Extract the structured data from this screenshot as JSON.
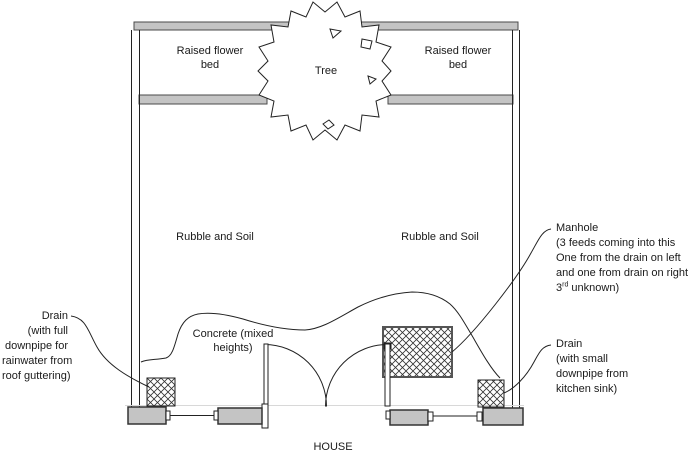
{
  "plan": {
    "flower_bed_left": {
      "line1": "Raised flower",
      "line2": "bed"
    },
    "flower_bed_right": {
      "line1": "Raised flower",
      "line2": "bed"
    },
    "tree_label": "Tree",
    "rubble_left": "Rubble and Soil",
    "rubble_right": "Rubble and Soil",
    "concrete": {
      "line1": "Concrete (mixed",
      "line2": "heights)"
    },
    "house_label": "HOUSE"
  },
  "annotations": {
    "drain_left": {
      "lines": [
        "Drain",
        "(with full",
        "downpipe for",
        "rainwater from",
        "roof guttering)"
      ]
    },
    "manhole": {
      "line1": "Manhole",
      "line2": "(3 feeds coming into this",
      "line3": "One from the drain on left",
      "line4": "and one from drain on right",
      "line5_base": "3",
      "line5_sup": "rd",
      "line5_rest": " unknown)"
    },
    "drain_right": {
      "lines": [
        "Drain",
        "(with small",
        "downpipe from",
        "kitchen sink)"
      ]
    }
  },
  "icons": {
    "tree": "jagged-tree-canopy-icon",
    "hatch_boxes": "crosshatch-drain-manhole-icon"
  },
  "colors": {
    "line": "#222222",
    "gray_fill": "#c4c4c4",
    "house_face_line": "#d8d8d8",
    "background": "#ffffff"
  }
}
